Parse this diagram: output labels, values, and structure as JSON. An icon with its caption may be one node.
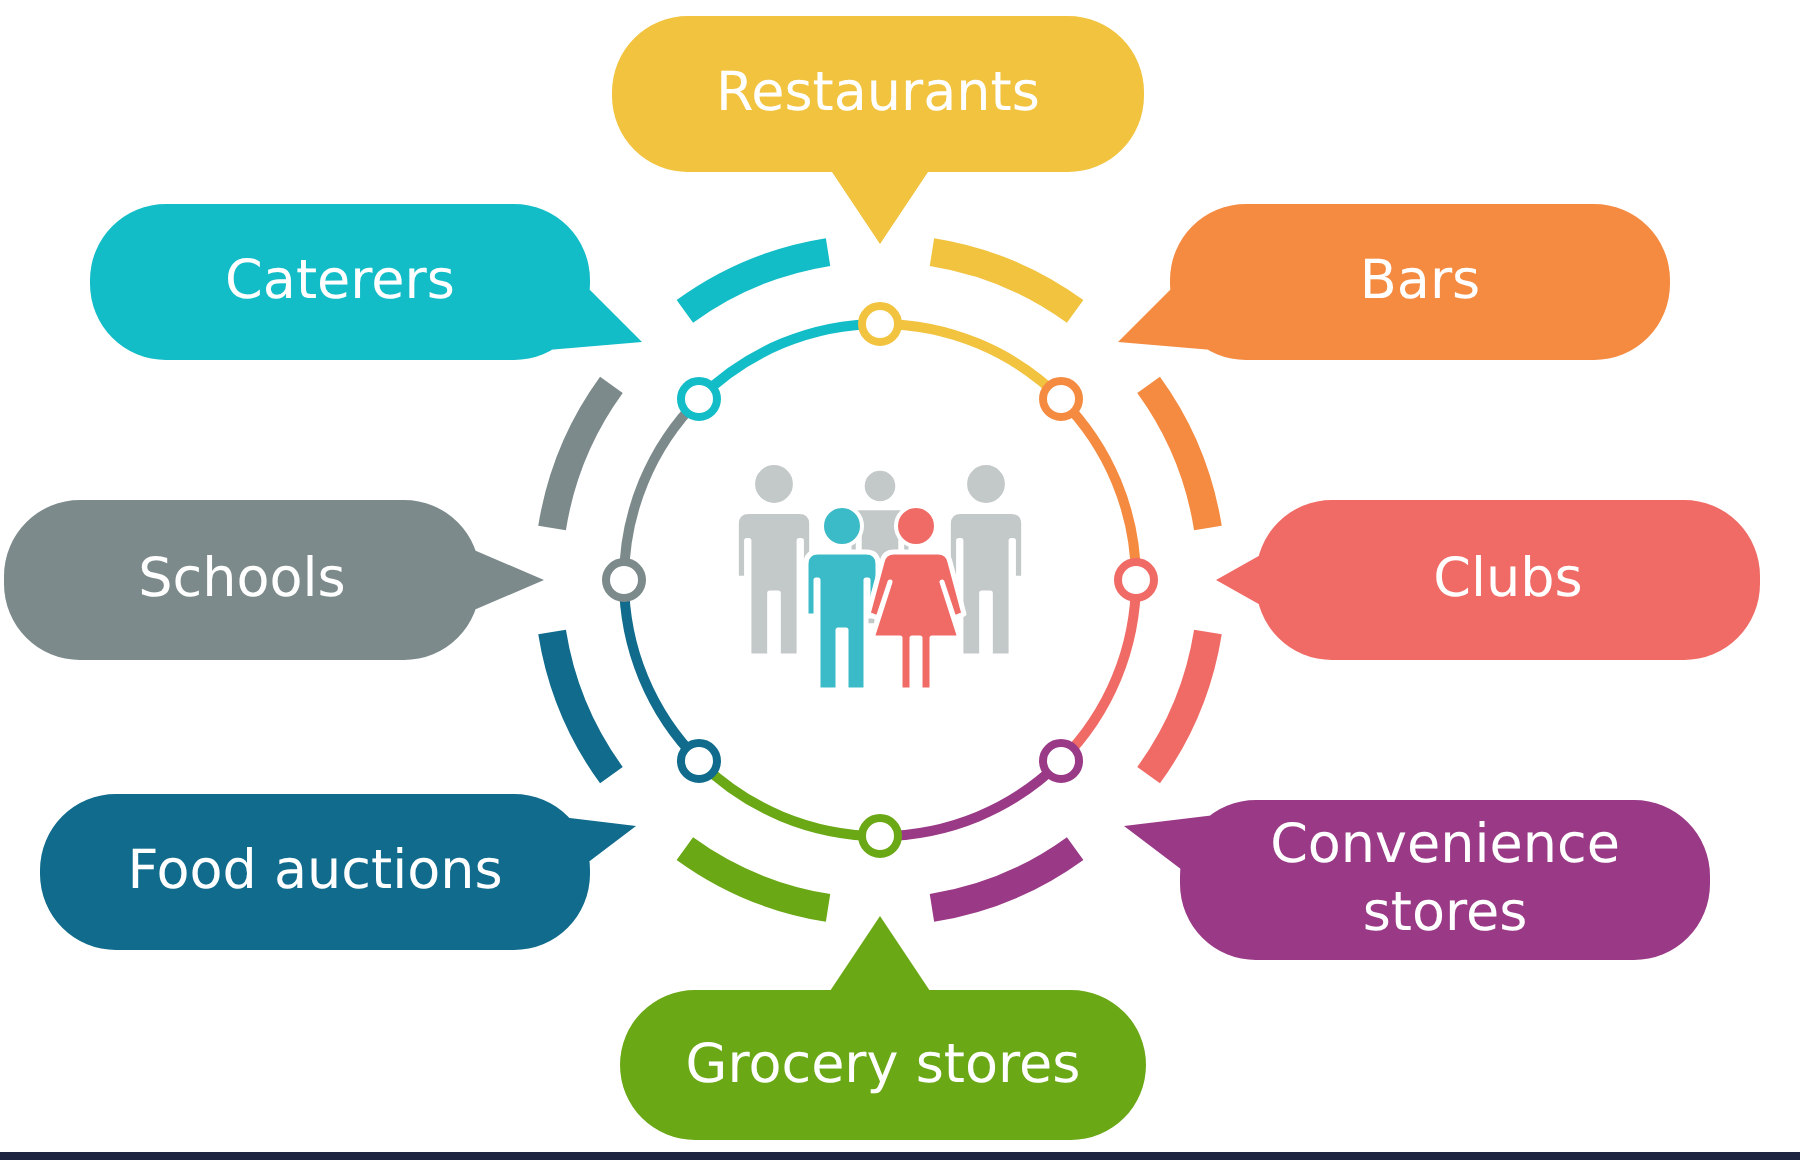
{
  "diagram": {
    "nodes": [
      {
        "text": [
          "Restaurants"
        ]
      },
      {
        "text": [
          "Bars"
        ]
      },
      {
        "text": [
          "Clubs"
        ]
      },
      {
        "text": [
          "Convenience stores"
        ]
      },
      {
        "text": [
          "Grocery stores"
        ]
      },
      {
        "text": [
          "Food auctions"
        ]
      },
      {
        "text": [
          "Schools"
        ]
      },
      {
        "text": [
          "Caterers"
        ]
      }
    ]
  }
}
